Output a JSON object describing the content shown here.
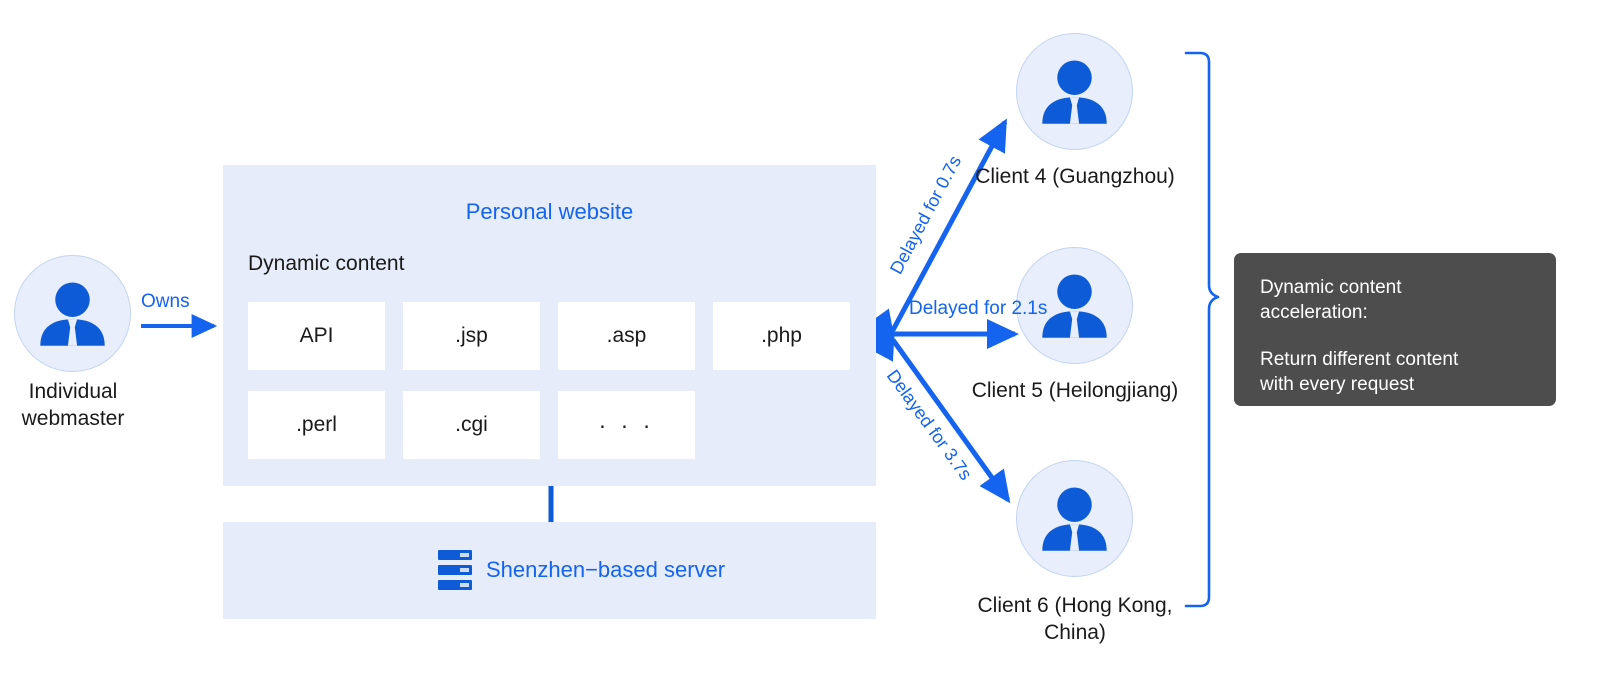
{
  "diagram": {
    "title": "Dynamic content acceleration architecture",
    "accent_blue": "#1464f0",
    "panel_bg": "#e6ecfa",
    "tooltip_bg": "#4d4d4d",
    "text_dark": "#1a1a1a"
  },
  "owner": {
    "icon": "user-avatar-icon",
    "label": "Individual\nwebmaster",
    "relation_label": "Owns",
    "relation_icon": "arrow-right-icon"
  },
  "website": {
    "title": "Personal website",
    "section_label": "Dynamic content",
    "tiles_row1": [
      "API",
      ".jsp",
      ".asp",
      ".php"
    ],
    "tiles_row2": [
      ".perl",
      ".cgi",
      "· · ·"
    ]
  },
  "server": {
    "icon": "server-rack-icon",
    "label": "Shenzhen−based server"
  },
  "clients": [
    {
      "id": "client-4",
      "name": "Client 4 (Guangzhou)",
      "delay_label": "Delayed for 0.7s",
      "icon": "user-avatar-icon"
    },
    {
      "id": "client-5",
      "name": "Client 5 (Heilongjiang)",
      "delay_label": "Delayed for 2.1s",
      "icon": "user-avatar-icon"
    },
    {
      "id": "client-6",
      "name": "Client 6 (Hong Kong,\nChina)",
      "delay_label": "Delayed for 3.7s",
      "icon": "user-avatar-icon"
    }
  ],
  "callout": {
    "heading": "Dynamic content\nacceleration:",
    "body": "Return different content\nwith every request",
    "bracket_icon": "curly-brace-icon"
  }
}
